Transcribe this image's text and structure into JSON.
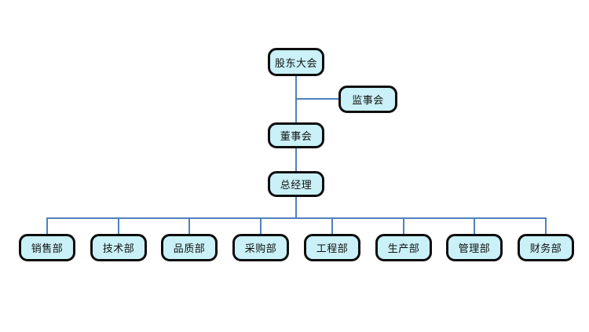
{
  "org": {
    "type": "org-tree",
    "root": {
      "label": "股东大会"
    },
    "supervisory": {
      "label": "监事会"
    },
    "board": {
      "label": "董事会"
    },
    "general_manager": {
      "label": "总经理"
    },
    "departments": [
      {
        "label": "销售部"
      },
      {
        "label": "技术部"
      },
      {
        "label": "品质部"
      },
      {
        "label": "采购部"
      },
      {
        "label": "工程部"
      },
      {
        "label": "生产部"
      },
      {
        "label": "管理部"
      },
      {
        "label": "财务部"
      }
    ],
    "hierarchy": [
      {
        "from": "股东大会",
        "to": "监事会"
      },
      {
        "from": "股东大会",
        "to": "董事会"
      },
      {
        "from": "董事会",
        "to": "总经理"
      },
      {
        "from": "总经理",
        "to": "销售部"
      },
      {
        "from": "总经理",
        "to": "技术部"
      },
      {
        "from": "总经理",
        "to": "品质部"
      },
      {
        "from": "总经理",
        "to": "采购部"
      },
      {
        "from": "总经理",
        "to": "工程部"
      },
      {
        "from": "总经理",
        "to": "生产部"
      },
      {
        "from": "总经理",
        "to": "管理部"
      },
      {
        "from": "总经理",
        "to": "财务部"
      }
    ]
  },
  "colors": {
    "box_fill": "#c9f1f7",
    "box_border": "#0d0d0d",
    "connector": "#4f81bd",
    "background": "#ffffff",
    "text": "#111111"
  }
}
